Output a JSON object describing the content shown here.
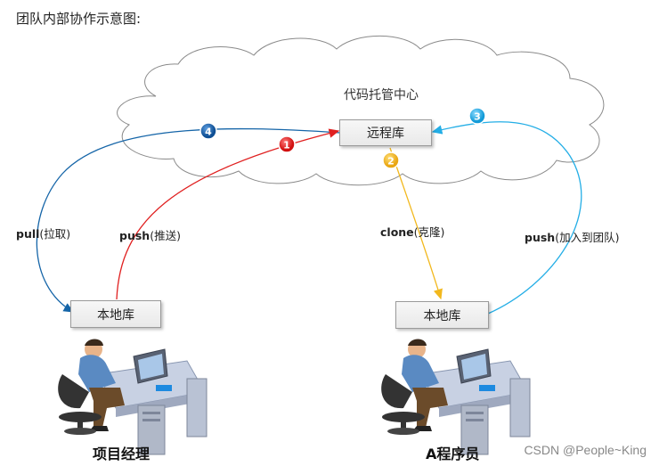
{
  "title": "团队内部协作示意图:",
  "cloud": {
    "label": "代码托管中心"
  },
  "nodes": {
    "remote": "远程库",
    "local_left": "本地库",
    "local_right": "本地库"
  },
  "edges": [
    {
      "num": "1",
      "cmd": "push",
      "desc": "(推送)",
      "color": "#e02020"
    },
    {
      "num": "2",
      "cmd": "clone",
      "desc": "(克隆)",
      "color": "#f2b81d"
    },
    {
      "num": "3",
      "cmd": "push",
      "desc": "(加入到团队)",
      "color": "#24aee6"
    },
    {
      "num": "4",
      "cmd": "pull",
      "desc": "(拉取)",
      "color": "#1565a8"
    }
  ],
  "people": {
    "left": "项目经理",
    "right": "A程序员"
  },
  "watermark": "CSDN @People~King"
}
